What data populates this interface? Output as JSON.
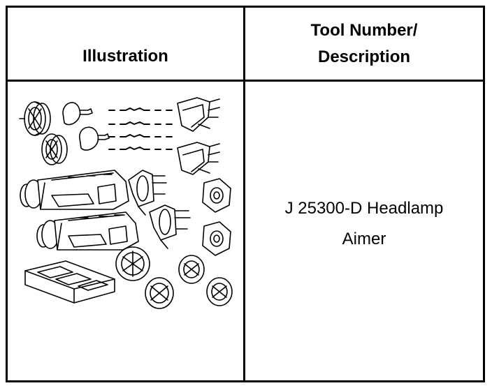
{
  "table": {
    "headers": {
      "illustration": "Illustration",
      "tool_line1": "Tool Number/",
      "tool_line2": "Description"
    },
    "rows": [
      {
        "illustration_icon": "headlamp-aimer-kit-illustration",
        "tool_line1": "J 25300-D Headlamp",
        "tool_line2": "Aimer"
      }
    ]
  }
}
